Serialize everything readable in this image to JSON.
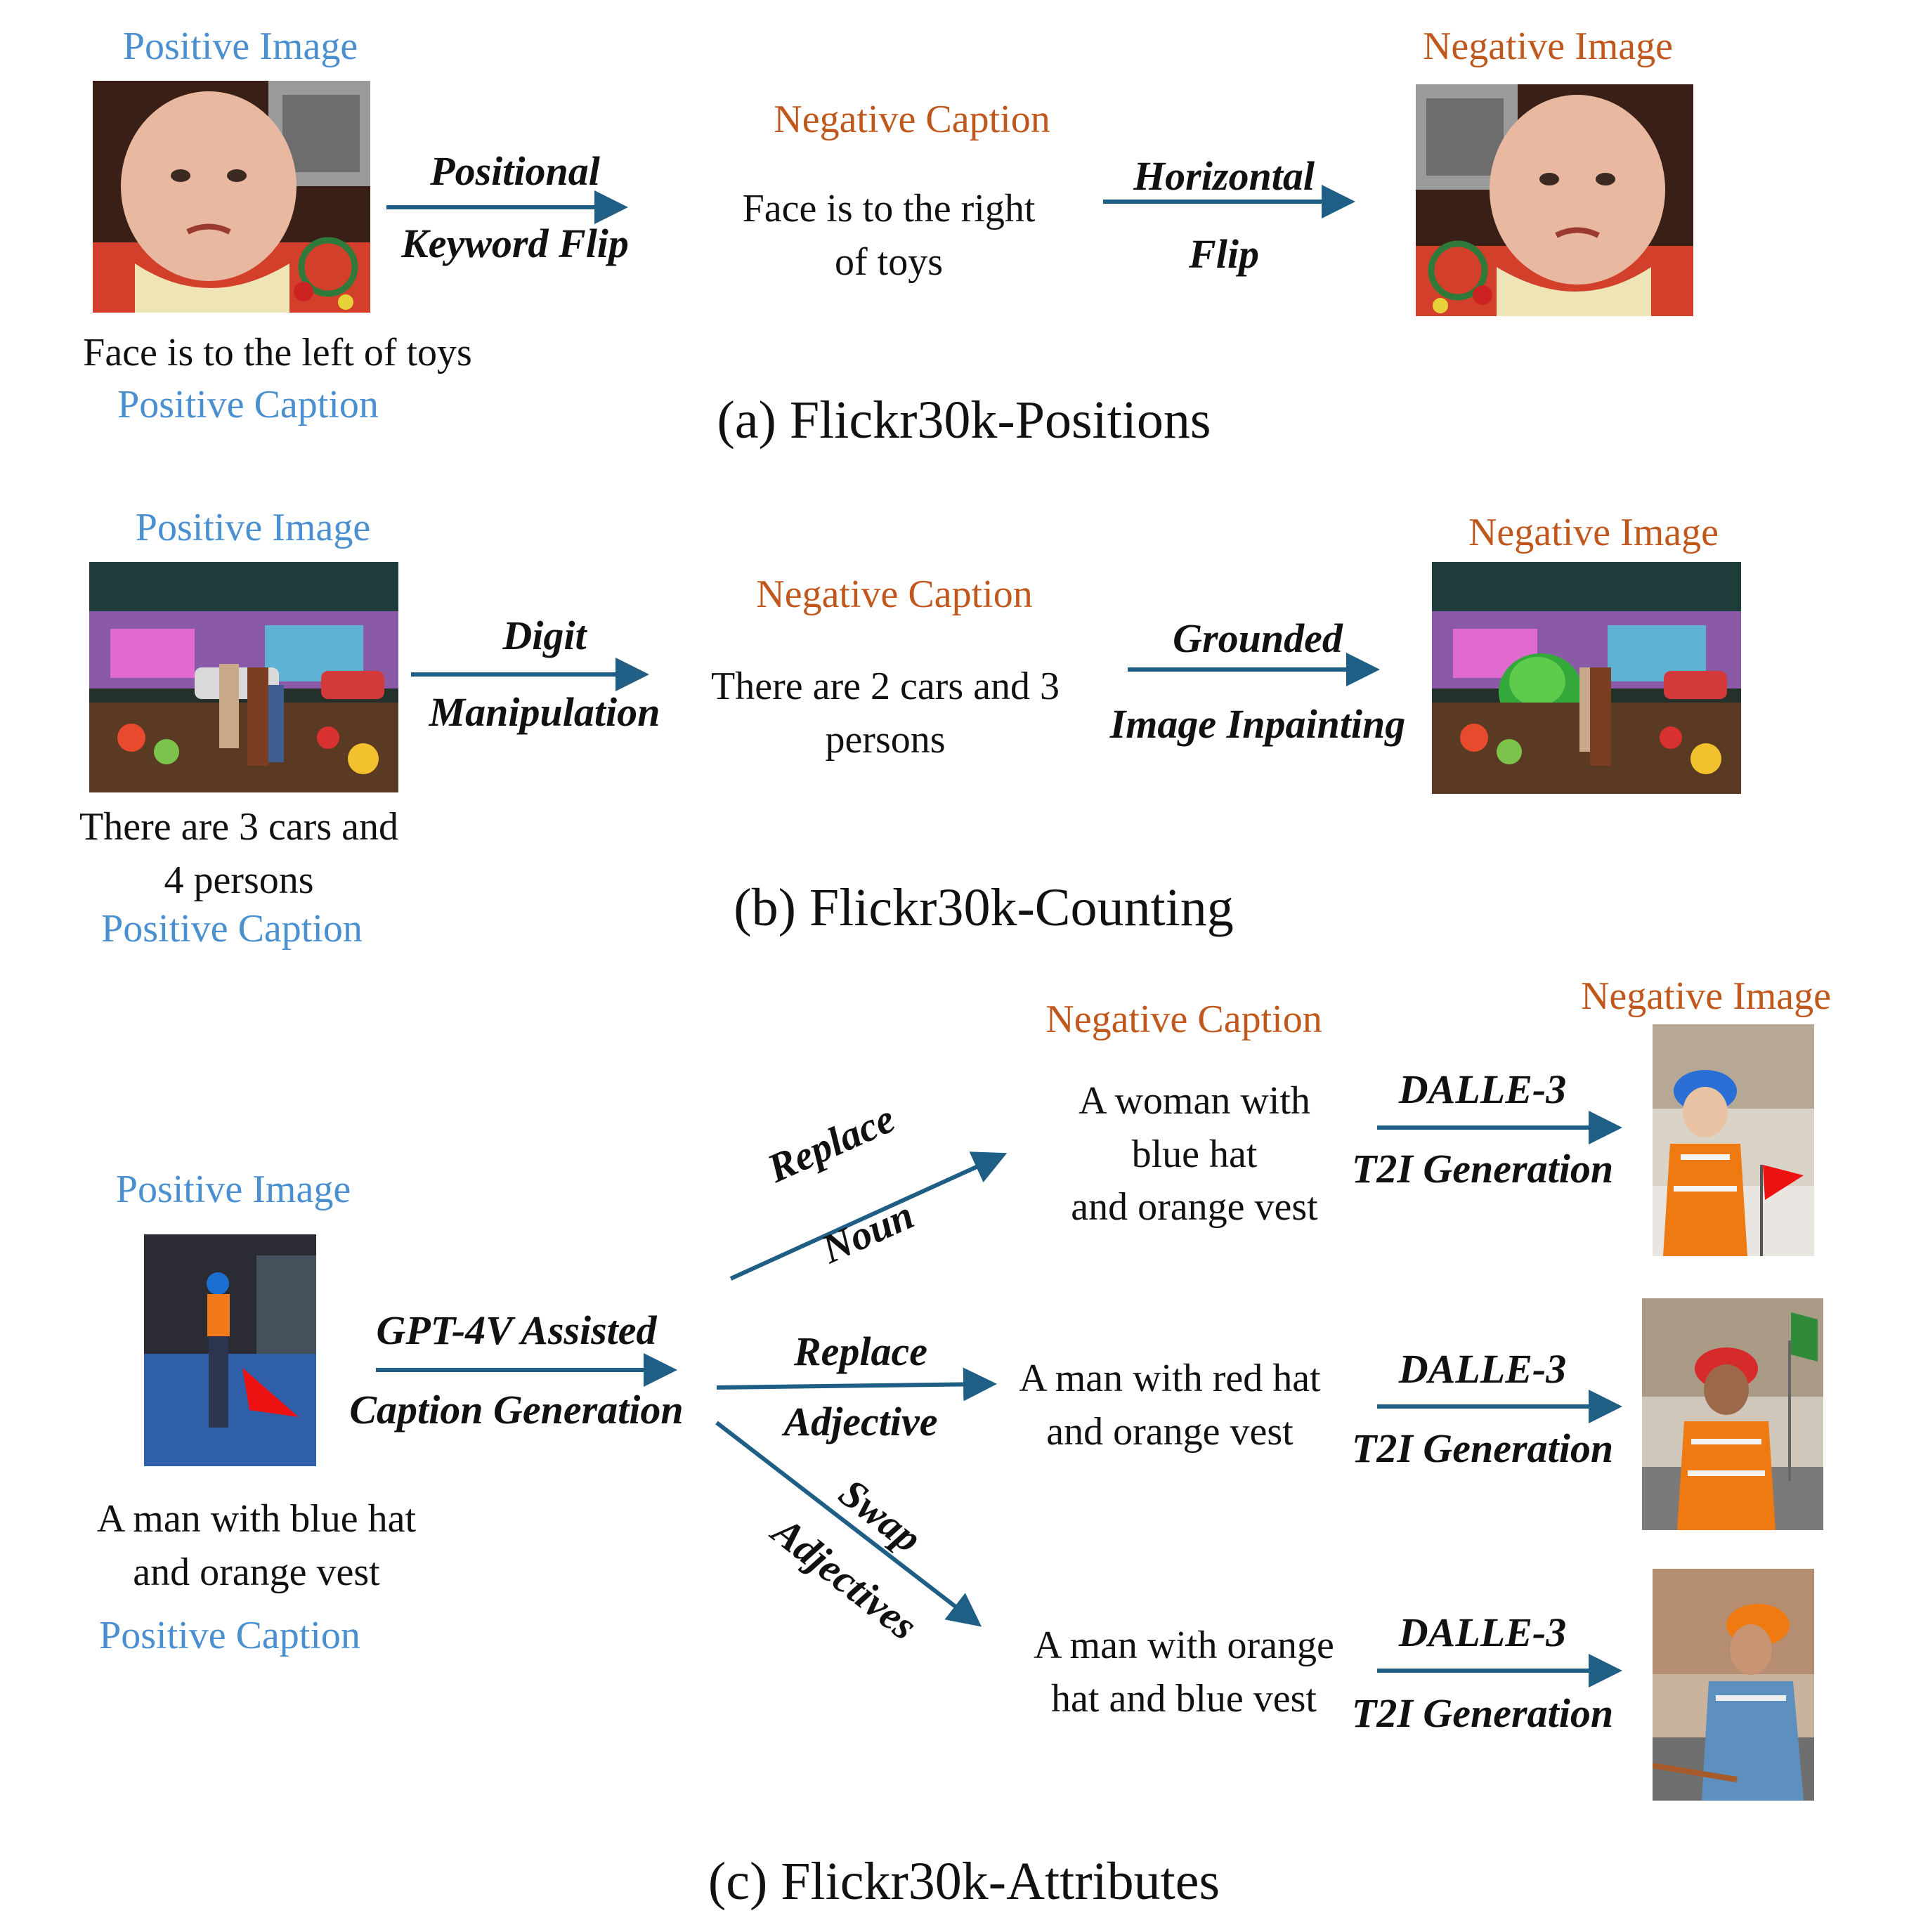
{
  "colors": {
    "positive": "#4a8fcf",
    "negative": "#c0581e",
    "arrow": "#1f5f85"
  },
  "panel_a": {
    "subtitle": "(a) Flickr30k-Positions",
    "positive_image_label": "Positive Image",
    "positive_caption_text": "Face is to the left of toys",
    "positive_caption_label": "Positive Caption",
    "op1_line1": "Positional",
    "op1_line2": "Keyword Flip",
    "negative_caption_label": "Negative Caption",
    "negative_caption_text": "Face is to the right\nof toys",
    "op2_line1": "Horizontal",
    "op2_line2": "Flip",
    "negative_image_label": "Negative Image"
  },
  "panel_b": {
    "subtitle": "(b) Flickr30k-Counting",
    "positive_image_label": "Positive Image",
    "positive_caption_text": "There are 3 cars and\n4 persons",
    "positive_caption_label": "Positive Caption",
    "op1_line1": "Digit",
    "op1_line2": "Manipulation",
    "negative_caption_label": "Negative Caption",
    "negative_caption_text": "There are 2 cars and 3\npersons",
    "op2_line1": "Grounded",
    "op2_line2": "Image Inpainting",
    "negative_image_label": "Negative Image"
  },
  "panel_c": {
    "subtitle": "(c) Flickr30k-Attributes",
    "positive_image_label": "Positive Image",
    "positive_caption_text": "A man with blue hat\nand orange vest",
    "positive_caption_label": "Positive Caption",
    "gen_line1": "GPT-4V Assisted",
    "gen_line2": "Caption Generation",
    "negative_caption_label": "Negative Caption",
    "negative_image_label": "Negative Image",
    "branches": [
      {
        "op_line1": "Replace",
        "op_line2": "Noun",
        "caption": "A woman with\nblue hat\nand orange vest",
        "t2i_line1": "DALLE-3",
        "t2i_line2": "T2I Generation"
      },
      {
        "op_line1": "Replace",
        "op_line2": "Adjective",
        "caption": "A man with red hat\nand orange vest",
        "t2i_line1": "DALLE-3",
        "t2i_line2": "T2I Generation"
      },
      {
        "op_line1": "Swap",
        "op_line2": "Adjectives",
        "caption": "A man with orange\nhat and blue vest",
        "t2i_line1": "DALLE-3",
        "t2i_line2": "T2I Generation"
      }
    ]
  }
}
